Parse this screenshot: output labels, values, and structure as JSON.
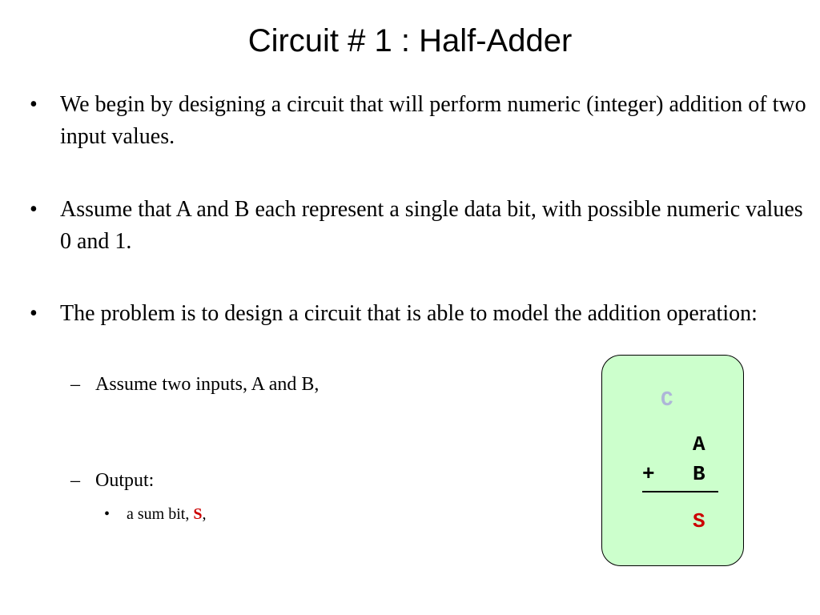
{
  "slide": {
    "title": "Circuit # 1 : Half-Adder",
    "bullets": [
      {
        "mark": "•",
        "text": "We begin by designing a circuit that will perform numeric (integer) addition of two input values."
      },
      {
        "mark": "•",
        "text": "Assume that A and B each represent a single data bit, with possible numeric values 0 and 1."
      },
      {
        "mark": "•",
        "text": "The problem is to design a circuit that is able to model the addition operation:"
      }
    ],
    "sub_bullets": [
      {
        "mark": "–",
        "text": "Assume two inputs, A and B,"
      },
      {
        "mark": "–",
        "text": "Output:"
      }
    ],
    "sub_sub_bullets": [
      {
        "mark": "•",
        "prefix": "a sum bit, ",
        "highlight": "S",
        "suffix": ","
      }
    ],
    "addition_box": {
      "carry": "C",
      "operand_a": "A",
      "plus": "+",
      "operand_b": "B",
      "sum": "S"
    }
  },
  "colors": {
    "box_fill": "#ccffcc",
    "carry": "#aeb6d8",
    "highlight": "#cc0000",
    "text": "#000000"
  }
}
